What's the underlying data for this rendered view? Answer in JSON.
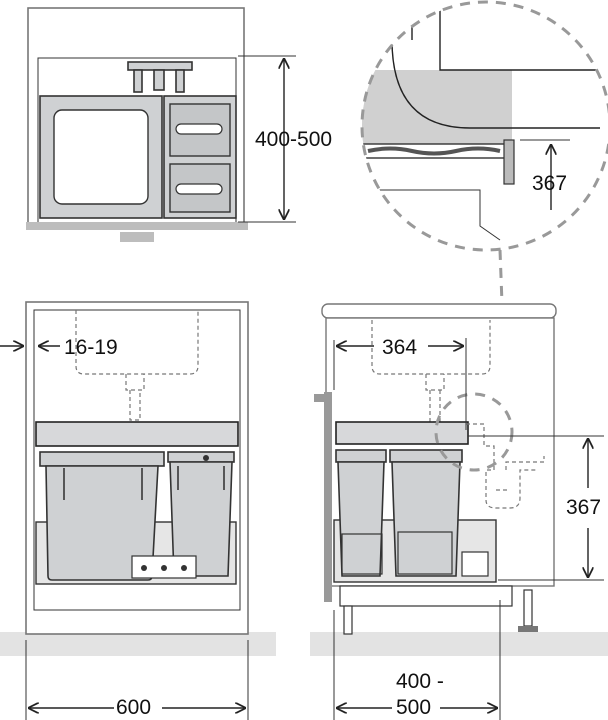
{
  "dimensions": {
    "top_view_depth": "400-500",
    "detail_height": "367",
    "front_wall_offset": "16-19",
    "side_depth": "364",
    "side_height": "367",
    "front_width": "600",
    "side_depth_bottom_line1": "400 -",
    "side_depth_bottom_line2": "500"
  },
  "colors": {
    "bin_gray": "#cfd1d3",
    "outline": "#222222",
    "floor": "#e3e3e3",
    "dashed_detail": "#999999"
  }
}
